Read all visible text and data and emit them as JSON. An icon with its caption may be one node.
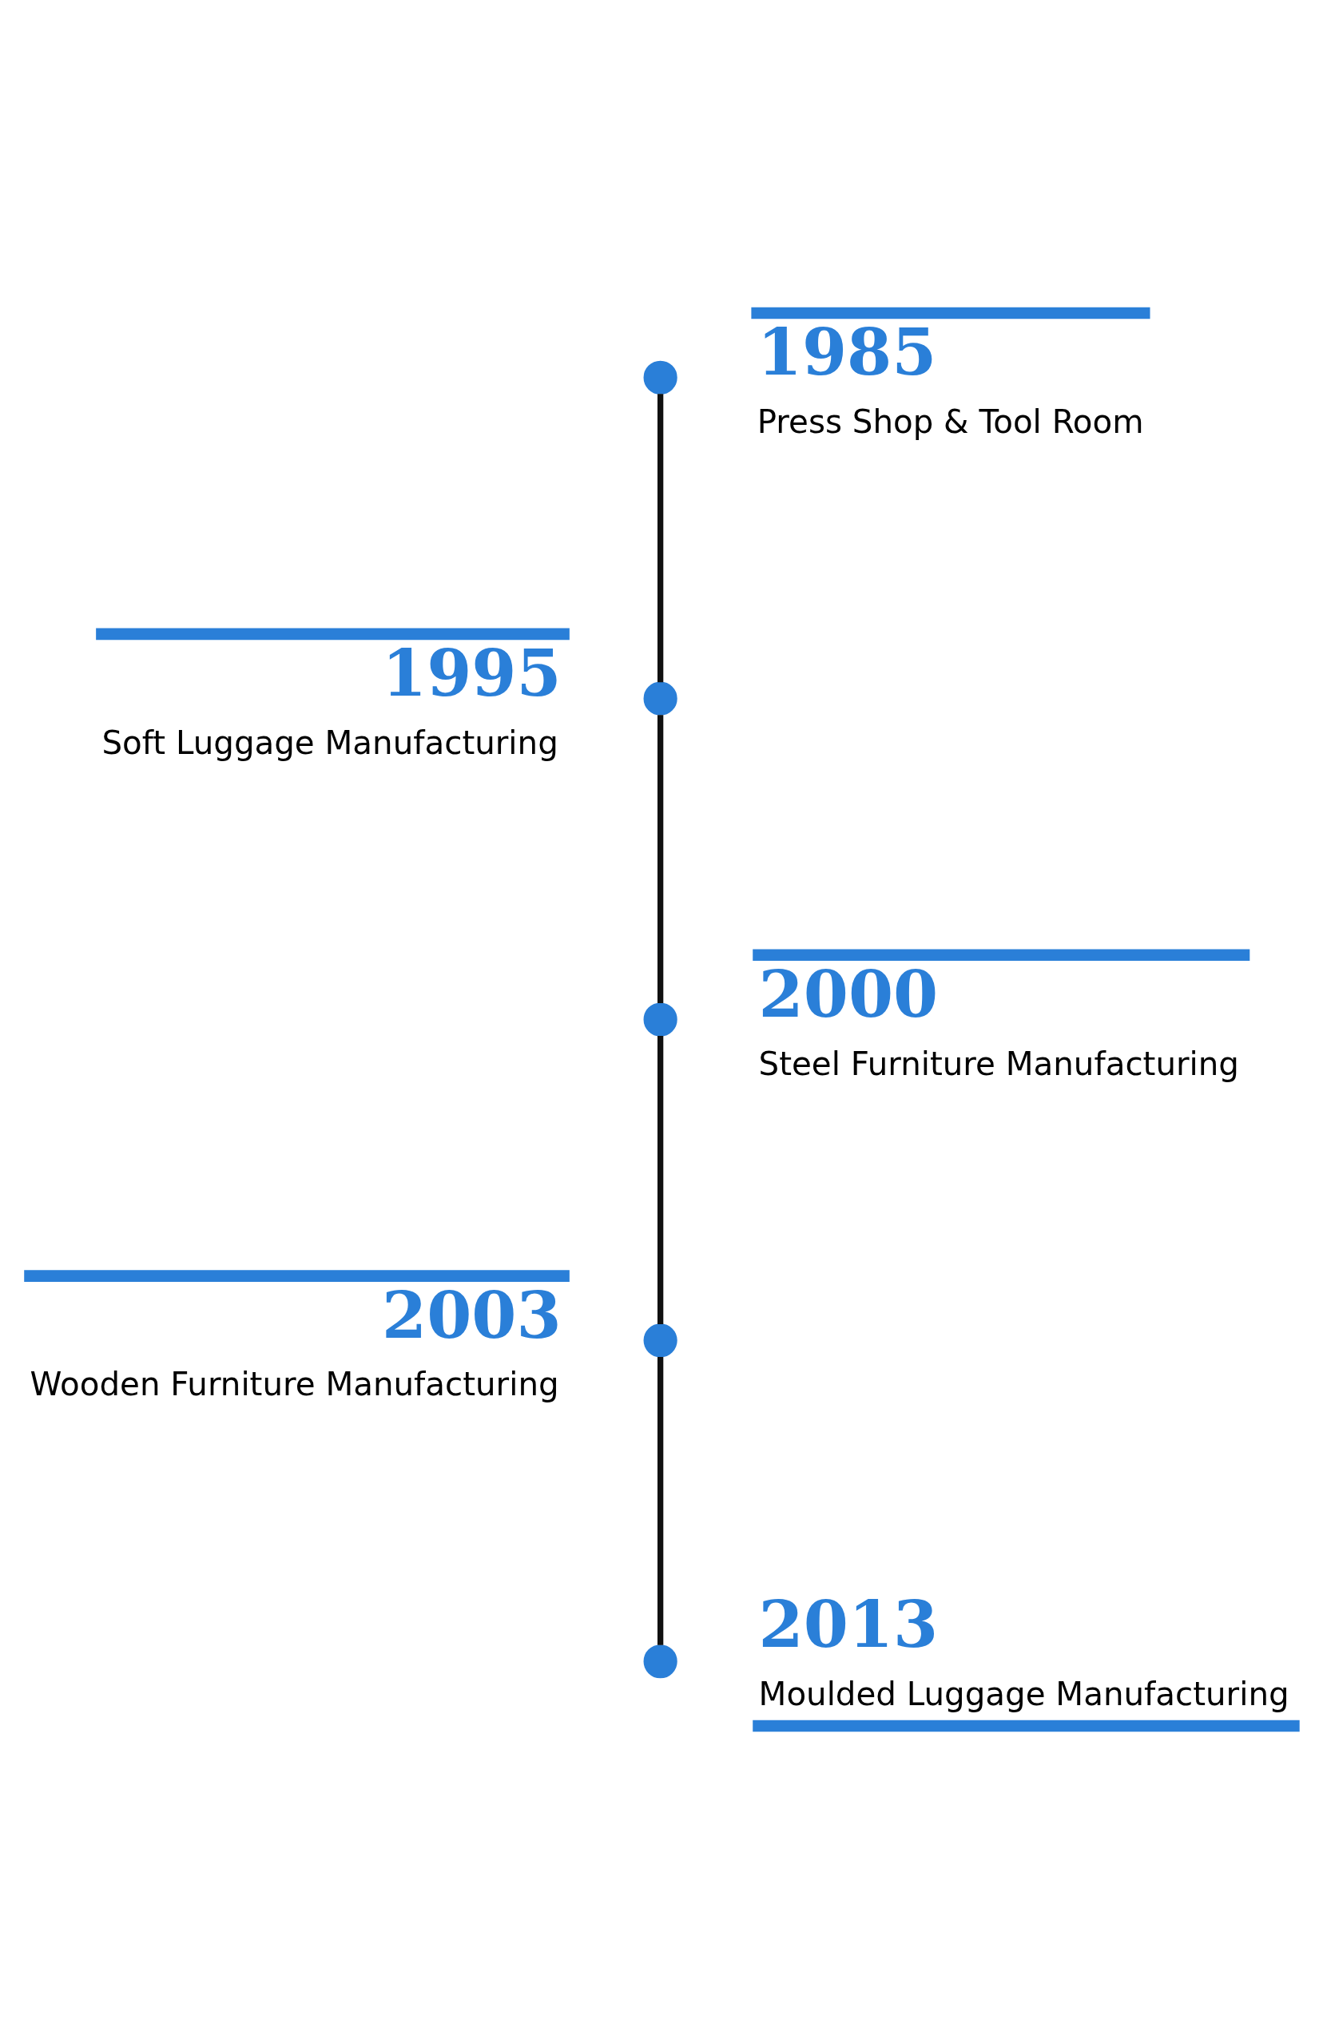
{
  "diagram": {
    "nodes": [
      {
        "text": [],
        "shape": "circle",
        "beside": [
          "1985",
          "Press Shop & Tool Room"
        ]
      },
      {
        "text": [],
        "shape": "circle",
        "beside": [
          "1995",
          "Soft Luggage Manufacturing"
        ]
      },
      {
        "text": [],
        "shape": "circle",
        "beside": [
          "2000",
          "Steel Furniture Manufacturing"
        ]
      },
      {
        "text": [],
        "shape": "circle",
        "beside": [
          "2003",
          "Wooden Furniture Manufacturing"
        ]
      },
      {
        "text": [],
        "shape": "circle",
        "beside": [
          "2013",
          "Moulded Luggage Manufacturing"
        ]
      }
    ],
    "edges": [
      {
        "from": 0,
        "to": 1,
        "arrow": "none"
      },
      {
        "from": 1,
        "to": 2,
        "arrow": "none"
      },
      {
        "from": 2,
        "to": 3,
        "arrow": "none"
      },
      {
        "from": 3,
        "to": 4,
        "arrow": "none"
      }
    ]
  }
}
